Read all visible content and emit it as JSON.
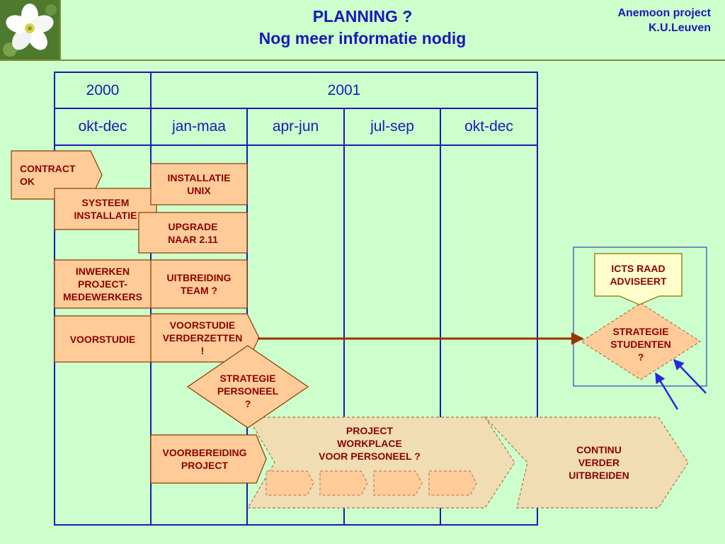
{
  "header": {
    "title_line1": "PLANNING ?",
    "title_line2": "Nog meer informatie nodig",
    "org_line1": "Anemoon project",
    "org_line2": "K.U.Leuven",
    "logo_icon": "anemone-flower-icon"
  },
  "table": {
    "years": [
      "2000",
      "2001"
    ],
    "quarters": [
      "okt-dec",
      "jan-maa",
      "apr-jun",
      "jul-sep",
      "okt-dec"
    ]
  },
  "tasks": {
    "contract_ok": "CONTRACT\nOK",
    "systeem_installatie": "SYSTEEM\nINSTALLATIE",
    "installatie_unix": "INSTALLATIE\nUNIX",
    "upgrade": "UPGRADE\nNAAR 2.11",
    "inwerken": "INWERKEN\nPROJECT-\nMEDEWERKERS",
    "uitbreiding_team": "UITBREIDING\nTEAM ?",
    "voorstudie": "VOORSTUDIE",
    "voorstudie_verderzetten": "VOORSTUDIE\nVERDERZETTEN\n!",
    "strategie_personeel": "STRATEGIE\nPERSONEEL\n?",
    "voorbereiding_project": "VOORBEREIDING\nPROJECT",
    "project_workplace": "PROJECT\nWORKPLACE\nVOOR PERSONEEL ?",
    "continu": "CONTINU\nVERDER\nUITBREIDEN",
    "icts_raad": "ICTS RAAD\nADVISEERT",
    "strategie_studenten": "STRATEGIE\nSTUDENTEN\n?"
  },
  "colors": {
    "background": "#ccffcc",
    "grid": "#1a1ab4",
    "box_fill": "#ffcc99",
    "box_text": "#8b0000",
    "arrow": "#993300",
    "icts_fill": "#ffffcc"
  }
}
